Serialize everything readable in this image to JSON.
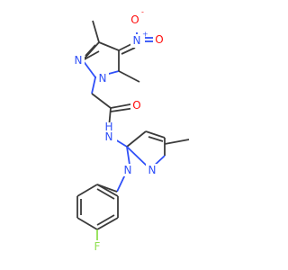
{
  "molecule": {
    "atoms": [
      {
        "id": "n_nitro",
        "label": "N",
        "charge": "+"
      },
      {
        "id": "o_nitro_top",
        "label": "O",
        "charge": "-"
      },
      {
        "id": "o_nitro_right",
        "label": "O"
      },
      {
        "id": "n_pz1_a",
        "label": "N"
      },
      {
        "id": "n_pz1_b",
        "label": "N"
      },
      {
        "id": "o_amide",
        "label": "O"
      },
      {
        "id": "nh_amide",
        "label": "H",
        "extra": "N"
      },
      {
        "id": "n_pz2_a",
        "label": "N"
      },
      {
        "id": "n_pz2_b",
        "label": "N"
      },
      {
        "id": "f_atom",
        "label": "F"
      }
    ],
    "colors": {
      "carbon": "#3b3b3b",
      "nitrogen": "#3050f8",
      "oxygen": "#ff0d0d",
      "fluorine": "#90e050"
    }
  }
}
